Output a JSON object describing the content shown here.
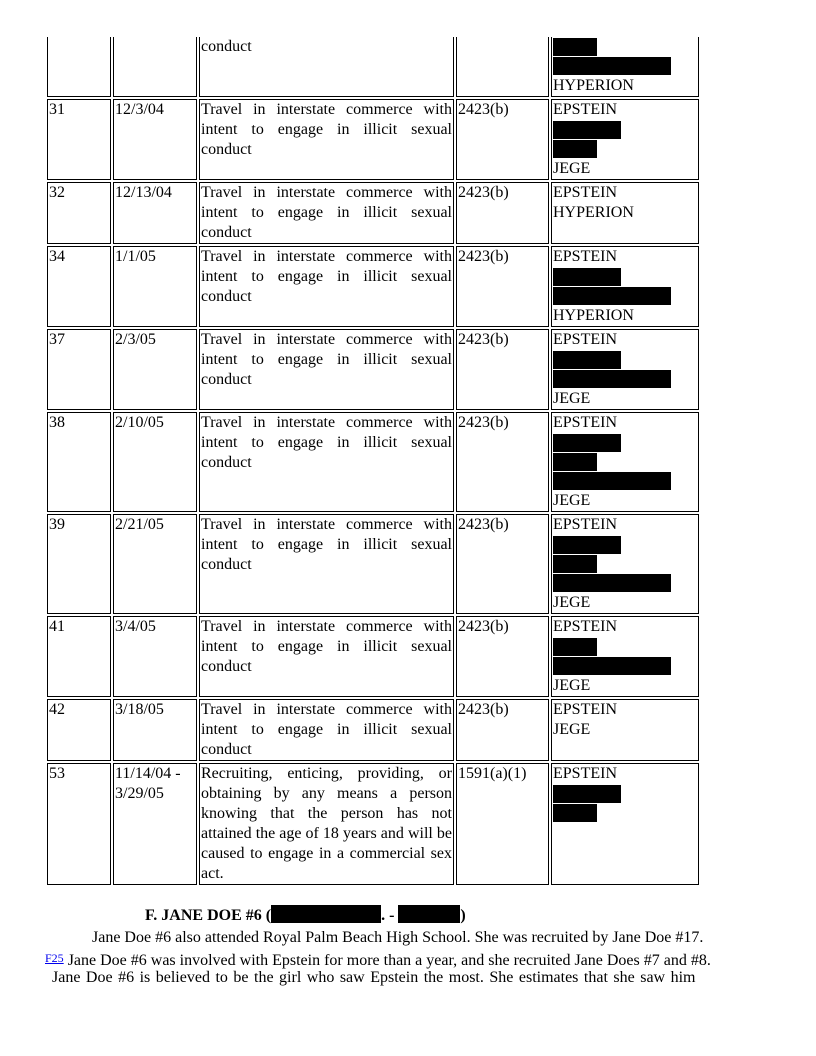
{
  "table": {
    "rows": [
      {
        "count": "",
        "date": "",
        "description": "conduct",
        "statute": "",
        "names": [
          {
            "redacted": "short"
          },
          {
            "redacted": "long"
          },
          "HYPERION"
        ],
        "continuation": true
      },
      {
        "count": "31",
        "date": "12/3/04",
        "description": "Travel in interstate commerce with intent to engage in illicit sexual conduct",
        "statute": "2423(b)",
        "names": [
          "EPSTEIN",
          {
            "redacted": "medium"
          },
          {
            "redacted": "short"
          },
          "JEGE"
        ]
      },
      {
        "count": "32",
        "date": "12/13/04",
        "description": "Travel in interstate commerce with intent to engage in illicit sexual conduct",
        "statute": "2423(b)",
        "names": [
          "EPSTEIN",
          "HYPERION"
        ]
      },
      {
        "count": "34",
        "date": "1/1/05",
        "description": "Travel in interstate commerce with intent to engage in illicit sexual conduct",
        "statute": "2423(b)",
        "names": [
          "EPSTEIN",
          {
            "redacted": "medium"
          },
          {
            "redacted": "long"
          },
          "HYPERION"
        ]
      },
      {
        "count": "37",
        "date": "2/3/05",
        "description": "Travel in interstate commerce with intent to engage in illicit sexual conduct",
        "statute": "2423(b)",
        "names": [
          "EPSTEIN",
          {
            "redacted": "medium"
          },
          {
            "redacted": "long"
          },
          "JEGE"
        ]
      },
      {
        "count": "38",
        "date": "2/10/05",
        "description": "Travel in interstate commerce with intent to engage in illicit sexual conduct",
        "statute": "2423(b)",
        "names": [
          "EPSTEIN",
          {
            "redacted": "medium"
          },
          {
            "redacted": "short"
          },
          {
            "redacted": "long"
          },
          "JEGE"
        ]
      },
      {
        "count": "39",
        "date": "2/21/05",
        "description": "Travel in interstate commerce with intent to engage in illicit sexual conduct",
        "statute": "2423(b)",
        "names": [
          "EPSTEIN",
          {
            "redacted": "medium"
          },
          {
            "redacted": "short"
          },
          {
            "redacted": "long"
          },
          "JEGE"
        ]
      },
      {
        "count": "41",
        "date": "3/4/05",
        "description": "Travel in interstate commerce with intent to engage in illicit sexual conduct",
        "statute": "2423(b)",
        "names": [
          "EPSTEIN",
          {
            "redacted": "short"
          },
          {
            "redacted": "long"
          },
          "JEGE"
        ]
      },
      {
        "count": "42",
        "date": "3/18/05",
        "description": "Travel in interstate commerce with intent to engage in illicit sexual conduct",
        "statute": "2423(b)",
        "names": [
          "EPSTEIN",
          "JEGE"
        ]
      },
      {
        "count": "53",
        "date": "11/14/04 - 3/29/05",
        "description": "Recruiting, enticing, providing, or obtaining by any means a person knowing that the person has not attained the age of 18 years and will be caused to engage in a commercial sex act.",
        "statute": "1591(a)(1)",
        "names": [
          "EPSTEIN",
          {
            "redacted": "medium"
          },
          {
            "redacted": "short"
          }
        ]
      }
    ]
  },
  "section": {
    "heading_prefix": "F. JANE DOE #6 (",
    "heading_mid": ". -",
    "heading_suffix": ")",
    "line1": "Jane Doe #6 also attended Royal Palm Beach High School.  She was recruited by Jane Doe #17.",
    "footnote_link": "F25",
    "line2": " Jane Doe #6 was involved with Epstein for more than a year, and she recruited Jane Does #7 and #8.",
    "line3": "Jane Doe #6 is believed to be the girl who saw Epstein the most.  She estimates that she saw him"
  }
}
